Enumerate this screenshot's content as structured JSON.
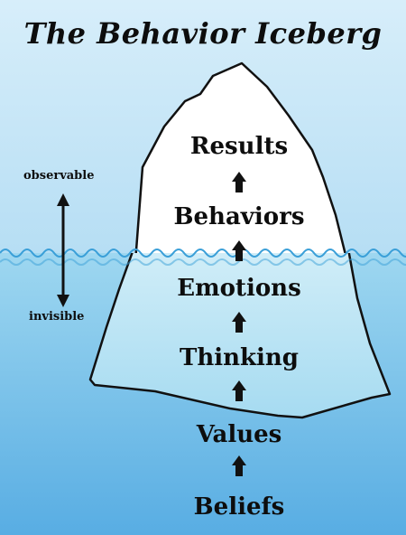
{
  "title": "The Behavior Iceberg",
  "levels": [
    {
      "label": "Results"
    },
    {
      "label": "Behaviors"
    },
    {
      "label": "Emotions"
    },
    {
      "label": "Thinking"
    },
    {
      "label": "Values"
    },
    {
      "label": "Beliefs"
    }
  ],
  "side_labels": {
    "observable": "observable",
    "invisible": "invisible"
  },
  "colors": {
    "sky": "#bfe3f6",
    "water_top": "#8fd0ee",
    "water_bottom": "#5fb1e4",
    "iceberg_above": "#ffffff",
    "iceberg_below": "#bfe6f5",
    "wave": "#3a9fd8",
    "ink": "#0d0d0d"
  }
}
